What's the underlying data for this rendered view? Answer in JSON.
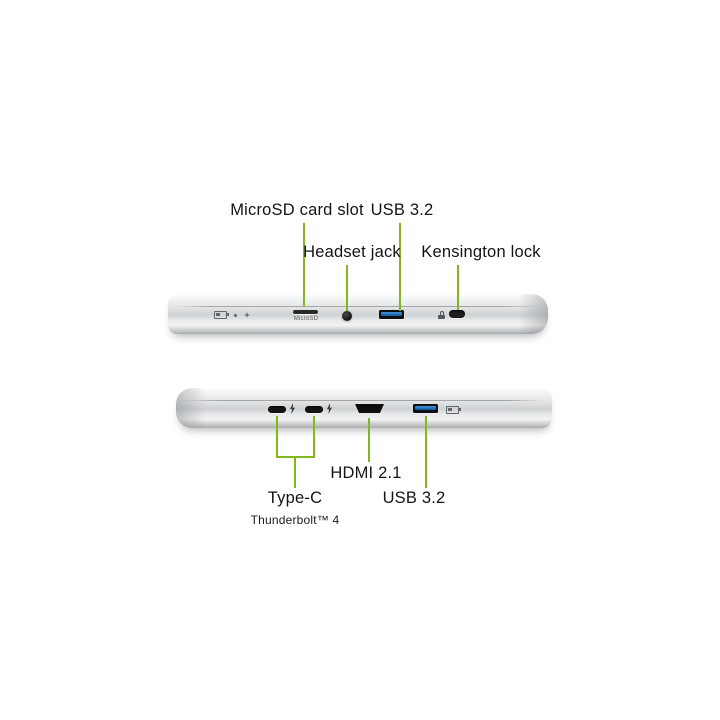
{
  "colors": {
    "accent_green": "#83b81a",
    "usb_blue": "#1c66ae",
    "chassis_silver": "#d7d9db"
  },
  "top_view": {
    "labels": {
      "microsd": "MicroSD card slot",
      "usb": "USB 3.2",
      "headset": "Headset jack",
      "kensington": "Kensington lock"
    },
    "captions": {
      "microsd_port": "MicroSD"
    }
  },
  "bottom_view": {
    "labels": {
      "typec": "Type-C",
      "thunderbolt": "Thunderbolt™ 4",
      "hdmi": "HDMI 2.1",
      "usb": "USB 3.2"
    }
  }
}
